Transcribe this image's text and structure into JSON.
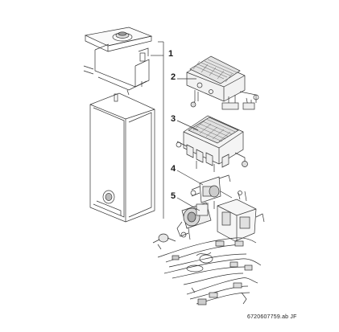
{
  "diagram": {
    "callouts": [
      "1",
      "2",
      "3",
      "4",
      "5"
    ],
    "document_code": "6720607759.ab   JF"
  }
}
